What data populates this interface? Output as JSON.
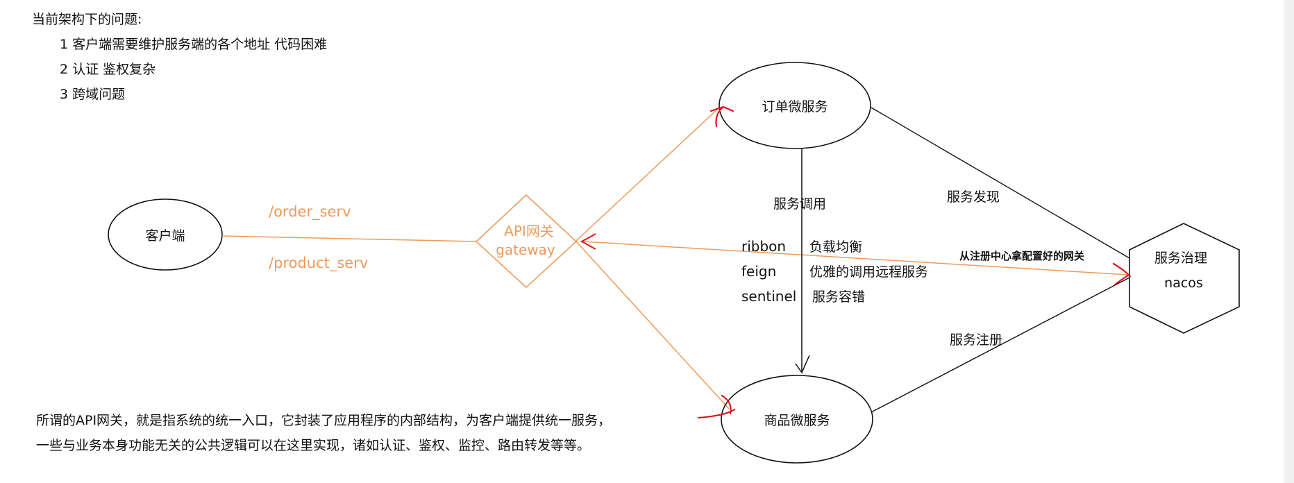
{
  "problems": {
    "heading": "当前架构下的问题:",
    "items": [
      "1  客户端需要维护服务端的各个地址  代码困难",
      "2  认证 鉴权复杂",
      "3  跨域问题"
    ]
  },
  "nodes": {
    "client": "客户端",
    "gateway_line1": "API网关",
    "gateway_line2": "gateway",
    "order_service": "订单微服务",
    "product_service": "商品微服务",
    "governance_line1": "服务治理",
    "governance_line2": "nacos"
  },
  "routes": {
    "order": "/order_serv",
    "product": "/product_serv"
  },
  "edges": {
    "service_call": "服务调用",
    "service_discovery": "服务发现",
    "service_register": "服务注册",
    "config_from_registry": "从注册中心拿配置好的网关"
  },
  "tools": [
    {
      "name": "ribbon",
      "desc": "负载均衡"
    },
    {
      "name": "feign",
      "desc": "优雅的调用远程服务"
    },
    {
      "name": "sentinel",
      "desc": "服务容错"
    }
  ],
  "description": {
    "line1": "所谓的API网关，就是指系统的统一入口，它封装了应用程序的内部结构，为客户端提供统一服务，",
    "line2": "一些与业务本身功能无关的公共逻辑可以在这里实现，诸如认证、鉴权、监控、路由转发等等。"
  },
  "colors": {
    "ink": "#111111",
    "gateway_orange": "#ef9a5a",
    "annotation_red": "#e0141e",
    "background": "#ffffff"
  }
}
